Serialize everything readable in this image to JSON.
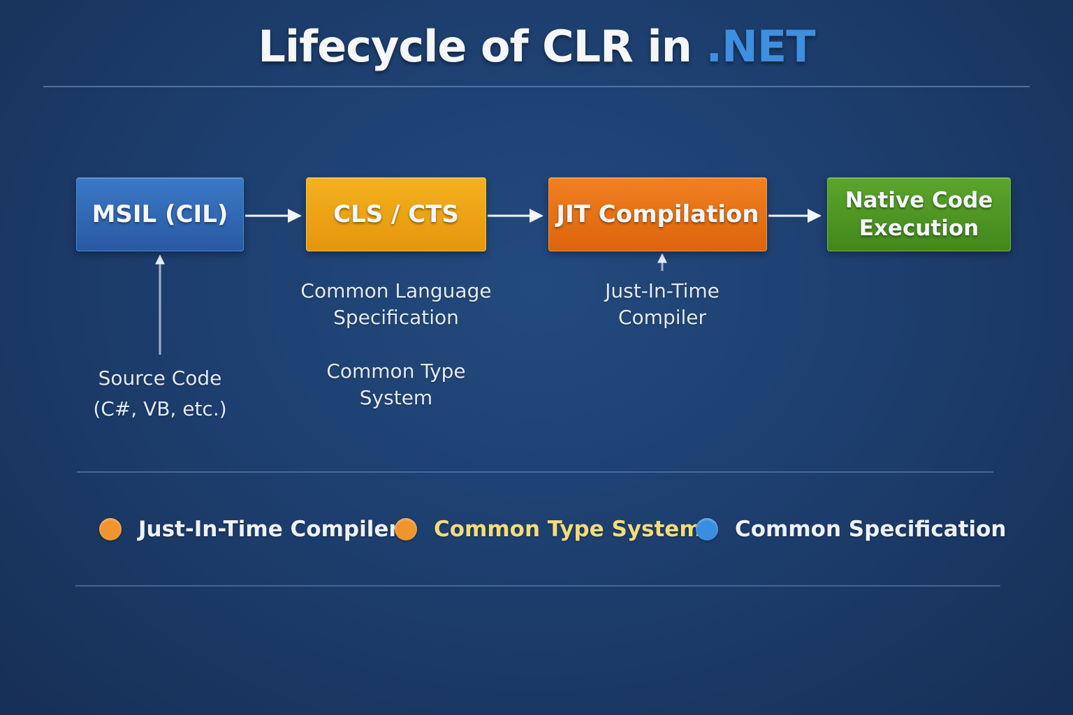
{
  "title": {
    "main": "Lifecycle of CLR in ",
    "accent": ".NET"
  },
  "nodes": [
    {
      "id": "msil",
      "lines": [
        "MSIL (CIL)"
      ]
    },
    {
      "id": "cls",
      "lines": [
        "CLS / CTS"
      ]
    },
    {
      "id": "jit",
      "lines": [
        "JIT Compilation"
      ]
    },
    {
      "id": "native",
      "lines": [
        "Native Code",
        "Execution"
      ]
    }
  ],
  "captions": {
    "source": [
      "Source Code",
      "(C#, VB, etc.)"
    ],
    "cls": [
      "Common Language",
      "Specification"
    ],
    "cts": [
      "Common Type",
      "System"
    ],
    "jit": [
      "Just-In-Time",
      "Compiler"
    ]
  },
  "legend": [
    {
      "label": "Just-In-Time Compiler",
      "color": "#f0952e",
      "text_color": "#eef2f8"
    },
    {
      "label": "Common Type System",
      "color": "#f0952e",
      "text_color": "#f5dc7a"
    },
    {
      "label": "Common Specification",
      "color": "#3a8ee0",
      "text_color": "#eef2f8"
    }
  ]
}
